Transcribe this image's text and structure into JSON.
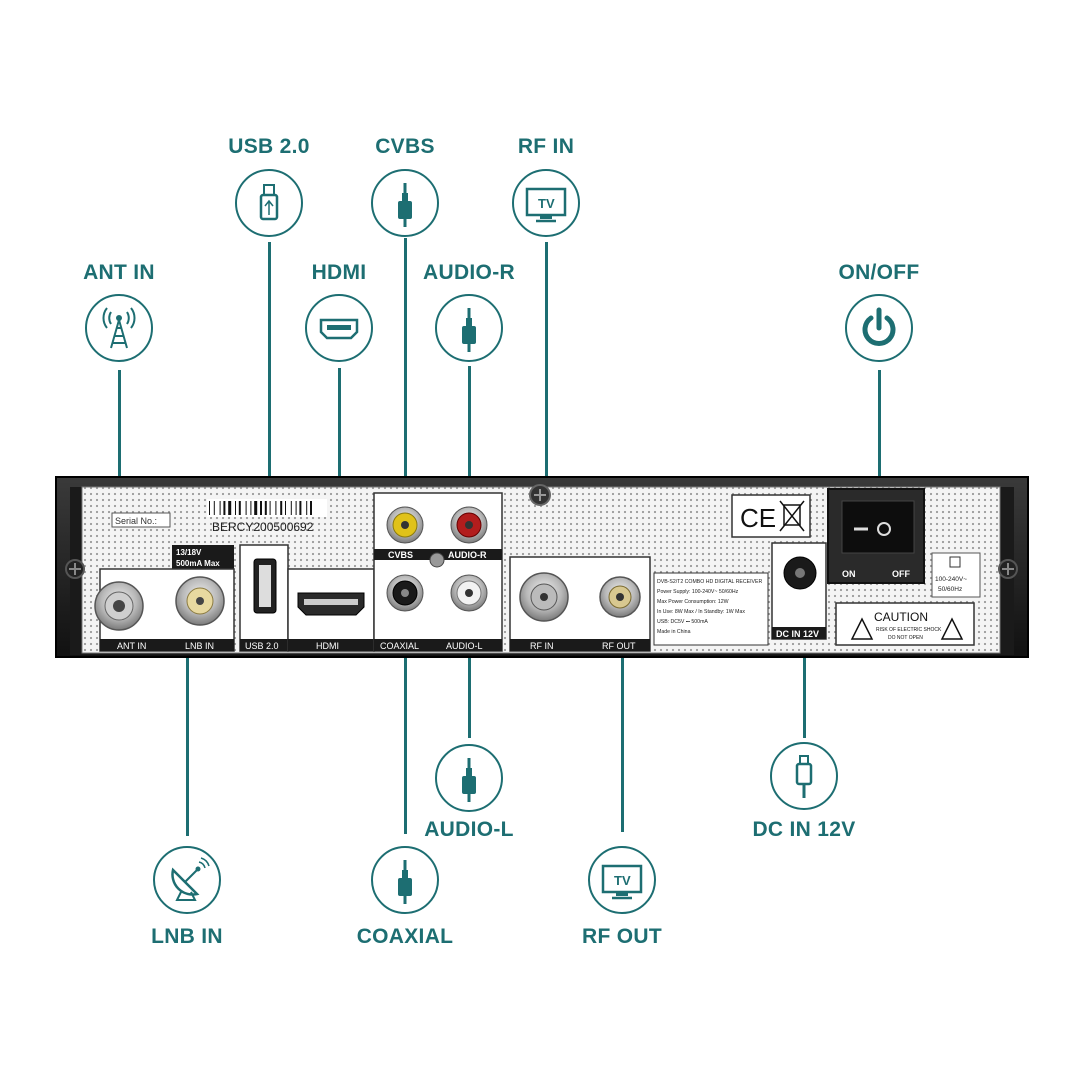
{
  "diagram": {
    "accent_color": "#1d6e72",
    "callouts": [
      {
        "id": "usb",
        "label": "USB 2.0",
        "icon": "usb-icon"
      },
      {
        "id": "cvbs",
        "label": "CVBS",
        "icon": "av-plug-icon"
      },
      {
        "id": "rfin",
        "label": "RF IN",
        "icon": "tv-icon"
      },
      {
        "id": "antin",
        "label": "ANT IN",
        "icon": "antenna-icon"
      },
      {
        "id": "hdmi",
        "label": "HDMI",
        "icon": "hdmi-port-icon"
      },
      {
        "id": "audior",
        "label": "AUDIO-R",
        "icon": "av-plug-icon"
      },
      {
        "id": "onoff",
        "label": "ON/OFF",
        "icon": "power-icon"
      },
      {
        "id": "audiol",
        "label": "AUDIO-L",
        "icon": "av-plug-icon"
      },
      {
        "id": "dcin",
        "label": "DC IN 12V",
        "icon": "dc-plug-icon"
      },
      {
        "id": "lnbin",
        "label": "LNB IN",
        "icon": "satellite-dish-icon"
      },
      {
        "id": "coaxial",
        "label": "COAXIAL",
        "icon": "av-plug-icon"
      },
      {
        "id": "rfout",
        "label": "RF OUT",
        "icon": "tv-icon"
      }
    ],
    "tv_icon_text": "TV"
  },
  "device": {
    "serial_label": "Serial No.:",
    "serial_number": "BERCY200500692",
    "lnb_spec_line1": "13/18V",
    "lnb_spec_line2": "500mA Max",
    "port_labels": {
      "ant_in": "ANT IN",
      "lnb_in": "LNB IN",
      "usb": "USB 2.0",
      "hdmi": "HDMI",
      "coaxial": "COAXIAL",
      "audio_l": "AUDIO-L",
      "cvbs": "CVBS",
      "audio_r": "AUDIO-R",
      "rf_in": "RF IN",
      "rf_out": "RF OUT",
      "dc_in": "DC IN 12V"
    },
    "switch_on": "ON",
    "switch_off": "OFF",
    "ce_mark": "CE",
    "caution_title": "CAUTION",
    "caution_line1": "RISK OF ELECTRIC SHOCK",
    "caution_line2": "DO NOT OPEN",
    "rating_line1": "100-240V~",
    "rating_line2": "50/60Hz",
    "spec_lines": [
      "DVB-S2/T2 COMBO HD DIGITAL RECEIVER",
      "Power Supply: 100-240V~ 50/60Hz",
      "Max Power Consumption: 12W",
      "In Use: 8W Max / In Standby: 1W Max",
      "USB: DC5V ⎓ 500mA",
      "Made in China"
    ]
  }
}
